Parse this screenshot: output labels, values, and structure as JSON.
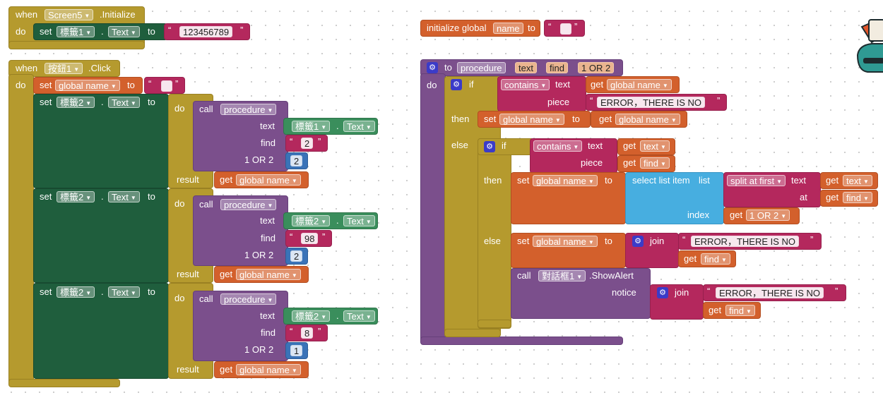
{
  "screen_init": {
    "when": "when",
    "component": "Screen5",
    "event": ".Initialize",
    "do": "do",
    "set": "set",
    "target": "標籤1",
    "prop": "Text",
    "to": "to",
    "value": "123456789"
  },
  "global_var": {
    "label": "initialize global",
    "name": "name",
    "to": "to",
    "value": ""
  },
  "click_event": {
    "when": "when",
    "component": "按鈕1",
    "event": ".Click",
    "do": "do",
    "set": "set",
    "var": "global name",
    "to": "to",
    "value": "",
    "rows": [
      {
        "set": "set",
        "target": "標籤2",
        "prop": "Text",
        "to": "to",
        "do": "do",
        "call": "call",
        "proc": "procedure",
        "text_label": "text",
        "text_comp": "標籤1",
        "text_prop": "Text",
        "find_label": "find",
        "find_value": "2",
        "or_label": "1 OR 2",
        "or_value": "2",
        "result": "result",
        "get": "get",
        "result_var": "global name"
      },
      {
        "set": "set",
        "target": "標籤2",
        "prop": "Text",
        "to": "to",
        "do": "do",
        "call": "call",
        "proc": "procedure",
        "text_label": "text",
        "text_comp": "標籤2",
        "text_prop": "Text",
        "find_label": "find",
        "find_value": "98",
        "or_label": "1 OR 2",
        "or_value": "2",
        "result": "result",
        "get": "get",
        "result_var": "global name"
      },
      {
        "set": "set",
        "target": "標籤2",
        "prop": "Text",
        "to": "to",
        "do": "do",
        "call": "call",
        "proc": "procedure",
        "text_label": "text",
        "text_comp": "標籤2",
        "text_prop": "Text",
        "find_label": "find",
        "find_value": "8",
        "or_label": "1 OR 2",
        "or_value": "1",
        "result": "result",
        "get": "get",
        "result_var": "global name"
      }
    ]
  },
  "procedure": {
    "to": "to",
    "name": "procedure",
    "params": [
      "text",
      "find",
      "1 OR 2"
    ],
    "do": "do",
    "if1": {
      "if": "if",
      "contains": "contains",
      "text_label": "text",
      "get": "get",
      "text_var": "global name",
      "piece_label": "piece",
      "piece_value": "ERROR，THERE IS NO",
      "then": "then",
      "set": "set",
      "set_var": "global name",
      "to": "to",
      "get_var": "global name",
      "else": "else"
    },
    "if2": {
      "if": "if",
      "contains": "contains",
      "text_label": "text",
      "get": "get",
      "text_var": "text",
      "piece_label": "piece",
      "piece_var": "find",
      "then": "then",
      "set": "set",
      "set_var": "global name",
      "to": "to",
      "select": "select list item",
      "list_label": "list",
      "split": "split at first",
      "split_text": "text",
      "split_text_var": "text",
      "at_label": "at",
      "at_var": "find",
      "index_label": "index",
      "index_var": "1 OR 2",
      "else": "else",
      "else_set_var": "global name",
      "join": "join",
      "join_text": "ERROR，THERE IS NO",
      "join_get": "find",
      "call": "call",
      "dialog": "對話框1",
      "method": ".ShowAlert",
      "notice": "notice",
      "notice_text": "ERROR，THERE IS NO",
      "notice_get": "find"
    }
  }
}
